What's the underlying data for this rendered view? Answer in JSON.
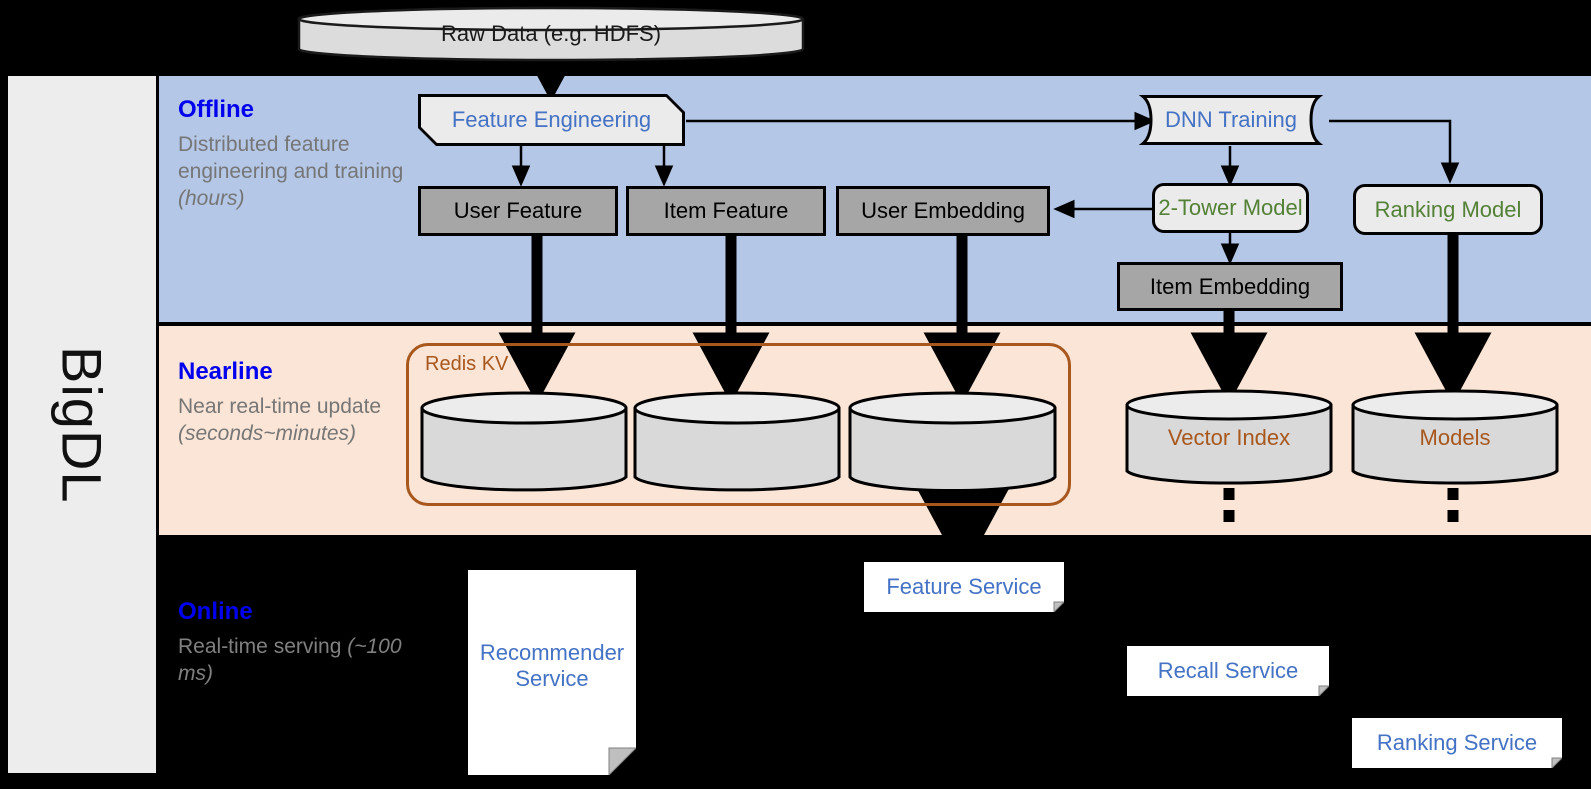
{
  "framework": {
    "rail_label": "BigDL"
  },
  "source": {
    "raw_data_label": "Raw Data (e.g. HDFS)"
  },
  "bands": [
    {
      "id": "offline",
      "title": "Offline",
      "subtitle_plain": "Distributed feature engineering and training ",
      "subtitle_italic": "(hours)",
      "background_color": "#b4c7e7",
      "title_color": "#0000ee"
    },
    {
      "id": "nearline",
      "title": "Nearline",
      "subtitle_plain": "Near real-time update ",
      "subtitle_italic": "(seconds~minutes)",
      "background_color": "#fbe5d6",
      "title_color": "#0000ee"
    },
    {
      "id": "online",
      "title": "Online",
      "subtitle_plain": "Real-time serving ",
      "subtitle_italic": "(~100 ms)",
      "background_color": "#000000",
      "title_color": "#0000ee"
    }
  ],
  "offline": {
    "feature_engineering": "Feature Engineering",
    "dnn_training": "DNN Training",
    "user_feature": "User Feature",
    "item_feature": "Item Feature",
    "user_embedding": "User Embedding",
    "two_tower_model": "2-Tower Model",
    "ranking_model": "Ranking Model",
    "item_embedding": "Item Embedding"
  },
  "nearline": {
    "redis_kv": "Redis KV",
    "store_user_feature": "",
    "store_item_feature": "",
    "store_user_embedding": "",
    "vector_index": "Vector Index",
    "models": "Models"
  },
  "online": {
    "recommender_service": "Recommender Service",
    "feature_service": "Feature Service",
    "recall_service": "Recall Service",
    "ranking_service": "Ranking Service"
  },
  "colors": {
    "offline_band": "#b4c7e7",
    "nearline_band": "#fbe5d6",
    "online_band": "#000000",
    "rail": "#ededed",
    "gray_box": "#a6a6a6",
    "light_box": "#ebebeb",
    "text_blue": "#4472c4",
    "text_green": "#538135",
    "text_brown": "#a8571d",
    "heading_blue": "#0000ee",
    "sub_gray": "#767676",
    "stroke": "#000000"
  }
}
